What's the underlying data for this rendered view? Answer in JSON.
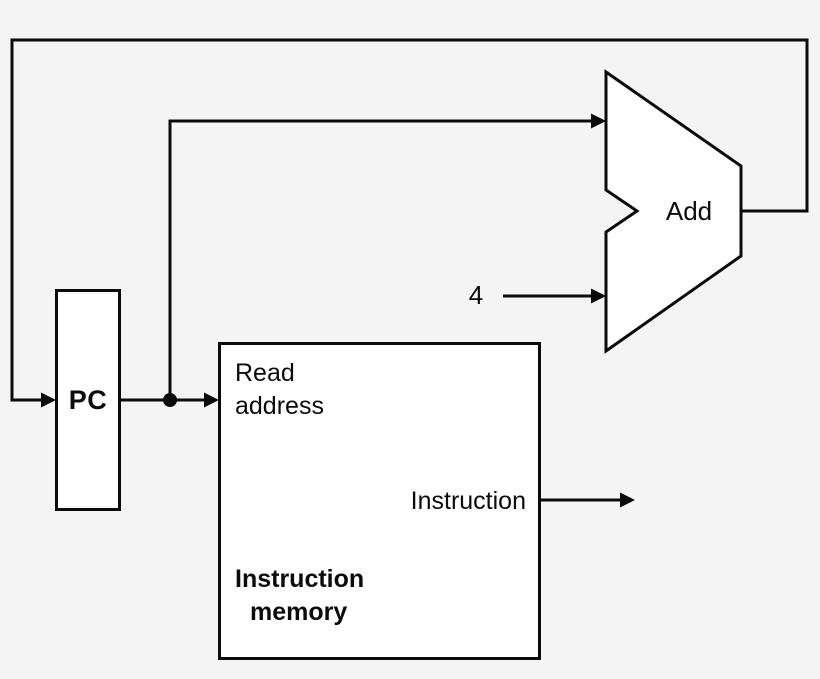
{
  "nodes": {
    "pc": {
      "label": "PC"
    },
    "instruction_memory": {
      "read_address_line1": "Read",
      "read_address_line2": "address",
      "output_label": "Instruction",
      "name_line1": "Instruction",
      "name_line2": "memory"
    },
    "adder": {
      "label": "Add"
    },
    "constant4": {
      "label": "4"
    }
  },
  "edges": [
    {
      "from": "pc",
      "to": "instruction_memory",
      "port": "read-address"
    },
    {
      "from": "pc",
      "to": "adder",
      "port": "top-input"
    },
    {
      "from": "constant4",
      "to": "adder",
      "port": "bottom-input"
    },
    {
      "from": "adder",
      "to": "pc",
      "port": "feedback-loop"
    },
    {
      "from": "instruction_memory",
      "to": "external",
      "port": "instruction-output"
    }
  ],
  "colors": {
    "background": "#f4f4f4",
    "box_fill": "#ffffff",
    "line": "#0b0b0b"
  }
}
